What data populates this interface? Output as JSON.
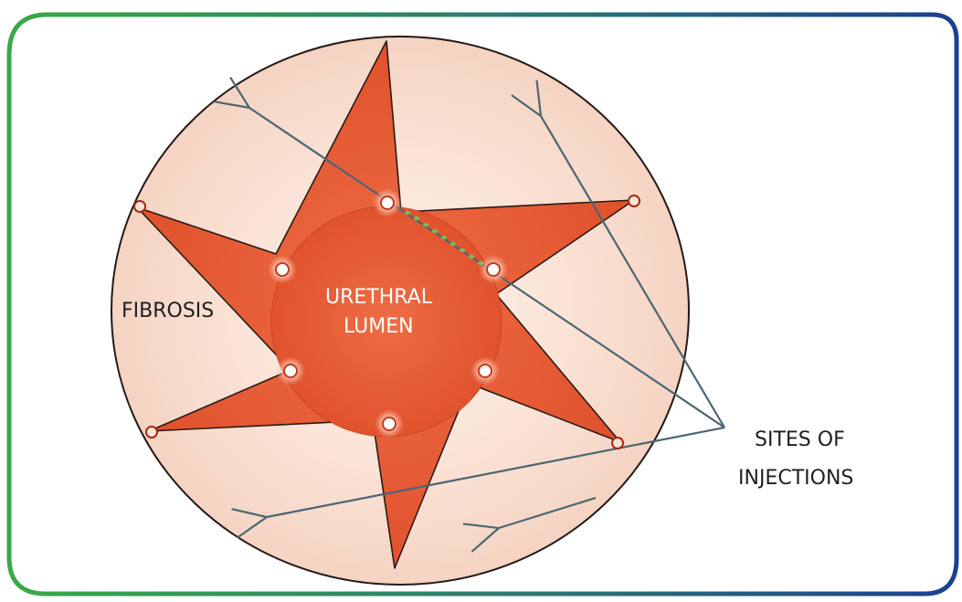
{
  "diagram": {
    "labels": {
      "lumen_line1": "URETHRAL",
      "lumen_line2": "LUMEN",
      "fibrosis": "FIBROSIS",
      "injections_line1": "SITES OF",
      "injections_line2": "INJECTIONS"
    },
    "colors": {
      "frame_green": "#3aa846",
      "frame_blue": "#1d3f8f",
      "fibrosis_fill": "#f7d9c9",
      "star_fill": "#e4552f",
      "star_stroke": "#2a1a16",
      "pointer_line": "#4c6672",
      "dot_trail": "#78b85a"
    }
  }
}
